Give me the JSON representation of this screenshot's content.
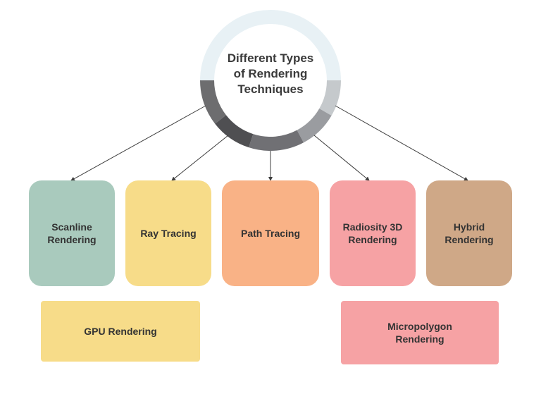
{
  "center": {
    "line1": "Different Types",
    "line2": "of Rendering",
    "line3": "Techniques",
    "ring_colors": {
      "top": "#e8f1f5",
      "left": "#6d6d6f",
      "bottom_left": "#4f4f52",
      "bottom": "#707074",
      "bottom_right": "#9a9ca0",
      "right": "#c5c9cc",
      "connector": "#3c3c3c"
    }
  },
  "techniques": [
    {
      "label": "Scanline\nRendering",
      "color": "#a9cabd"
    },
    {
      "label": "Ray Tracing",
      "color": "#f7dc89"
    },
    {
      "label": "Path Tracing",
      "color": "#f9b286"
    },
    {
      "label": "Radiosity 3D\nRendering",
      "color": "#f6a2a4"
    },
    {
      "label": "Hybrid\nRendering",
      "color": "#cfa887"
    }
  ],
  "extra": [
    {
      "label": "GPU Rendering",
      "color": "#f7dc89"
    },
    {
      "label": "Micropolygon\nRendering",
      "color": "#f6a2a4"
    }
  ]
}
